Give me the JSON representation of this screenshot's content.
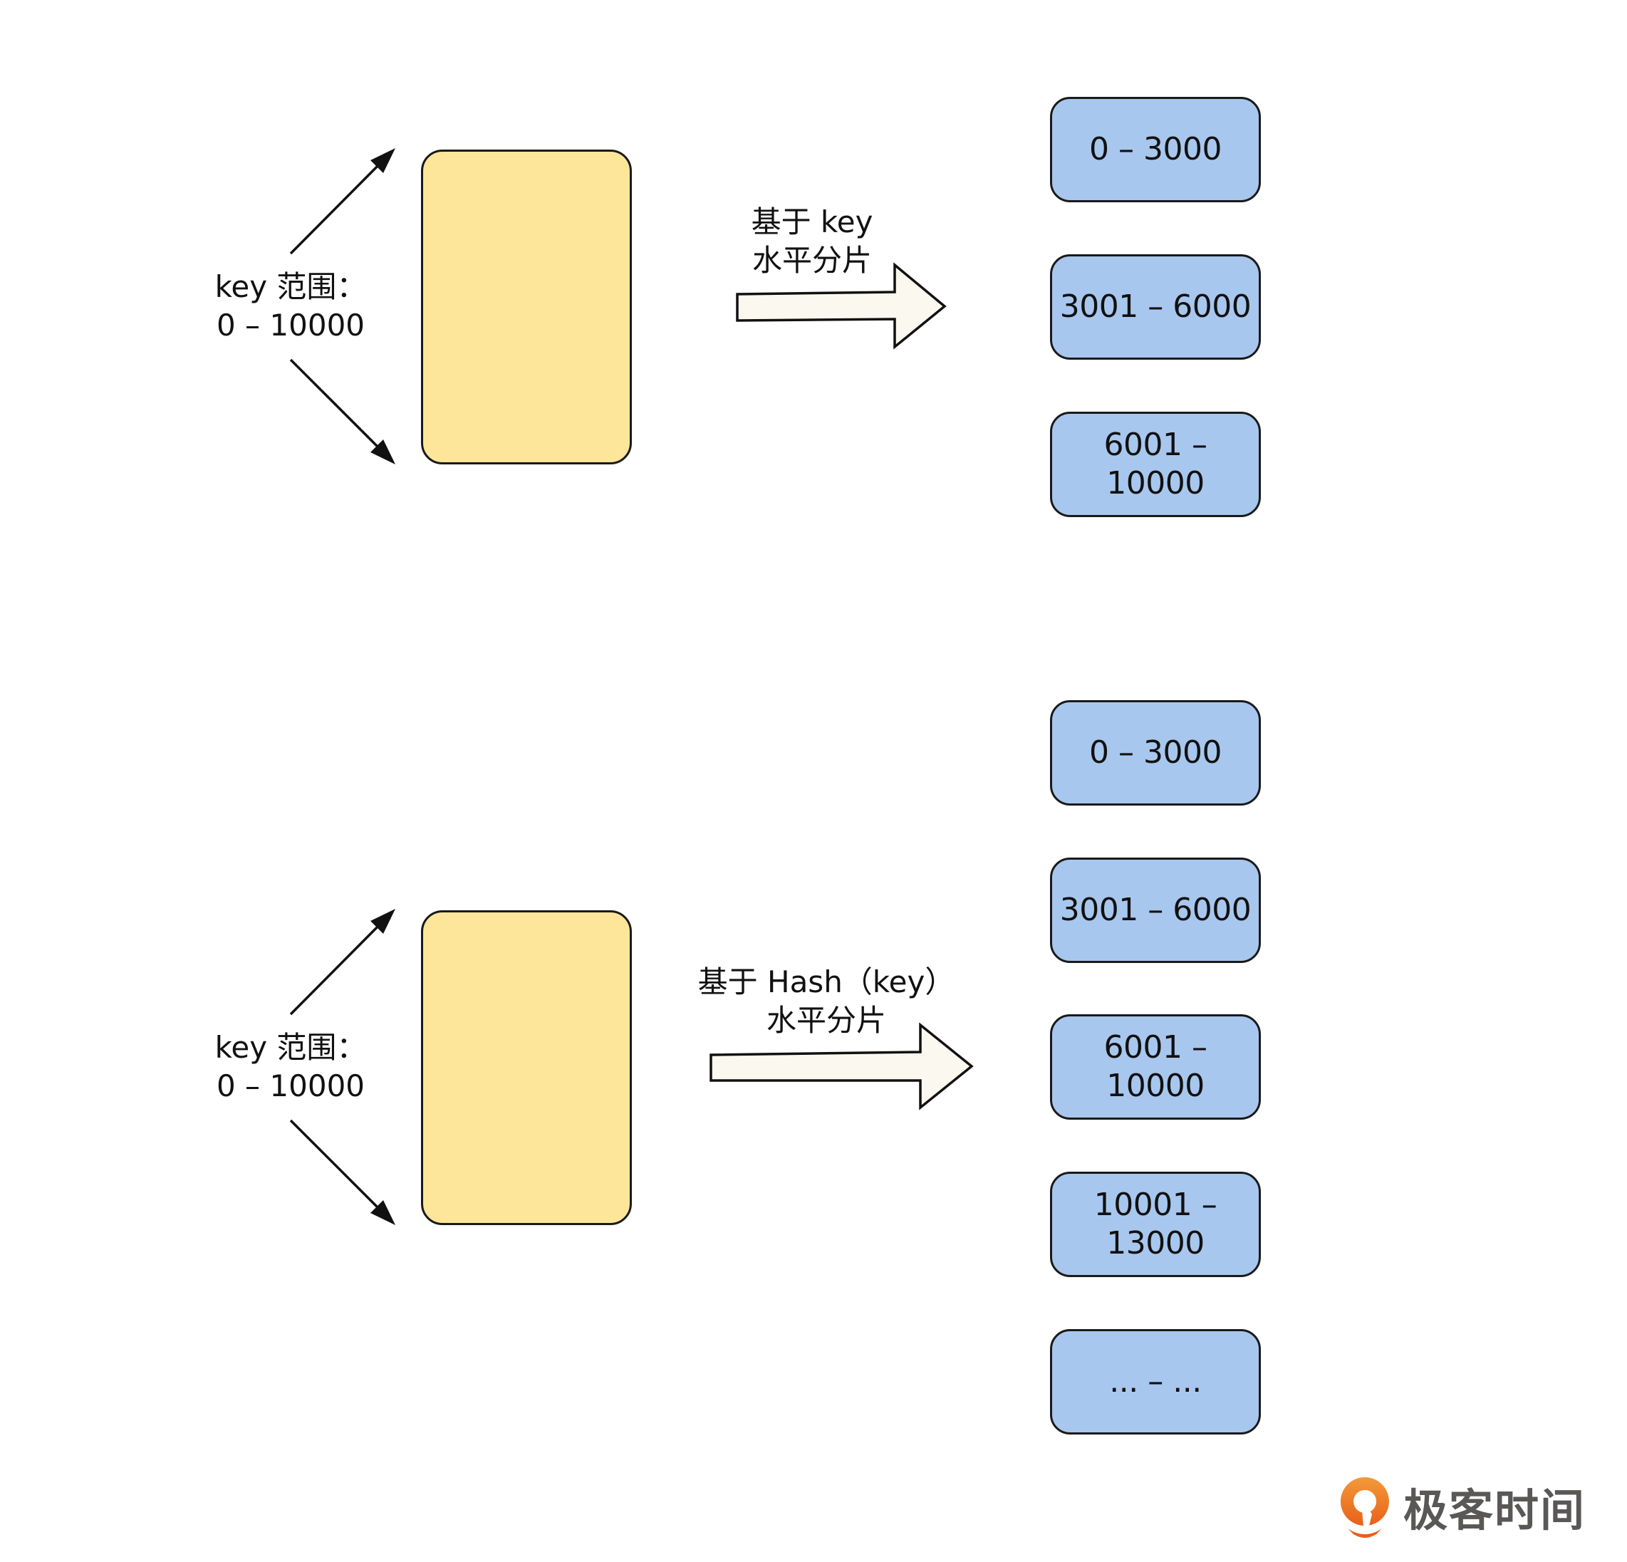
{
  "diagram": {
    "top": {
      "range_label_line1": "key 范围：",
      "range_label_line2": "0 – 10000",
      "arrow_label_line1": "基于 key",
      "arrow_label_line2": "水平分片",
      "shards": [
        "0 – 3000",
        "3001 – 6000",
        "6001 – 10000"
      ]
    },
    "bottom": {
      "range_label_line1": "key 范围：",
      "range_label_line2": "0 – 10000",
      "arrow_label_line1": "基于 Hash（key）",
      "arrow_label_line2": "水平分片",
      "shards": [
        "0 – 3000",
        "3001 – 6000",
        "6001 – 10000",
        "10001 –\n13000",
        "... – ..."
      ]
    }
  },
  "logo": {
    "text": "极客时间",
    "icon": "geektime-logo-icon"
  },
  "colors": {
    "table_fill": "#fde699",
    "shard_fill": "#a8c7ee",
    "arrow_fill": "#fbf9ef",
    "logo_orange": "#ee6f1f",
    "logo_text": "#5a5757"
  }
}
